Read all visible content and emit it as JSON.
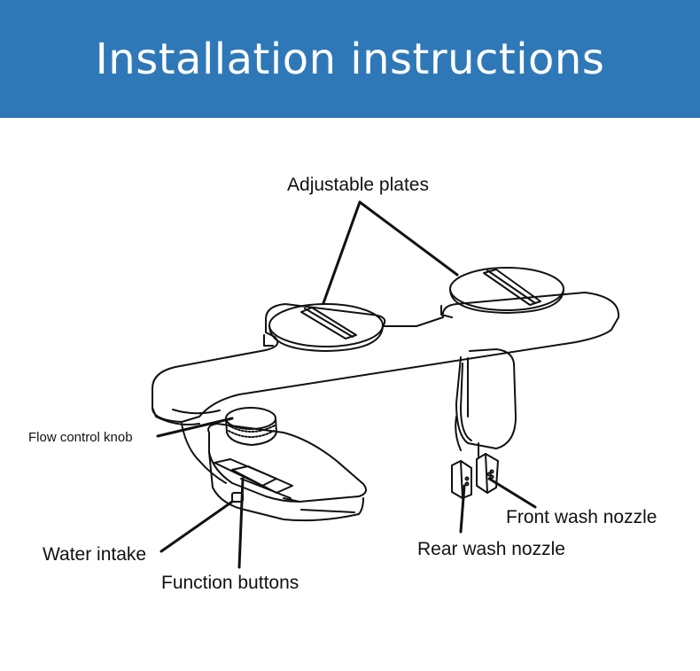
{
  "colors": {
    "header_bg": "#2f78b8",
    "title_text": "#ffffff",
    "line": "#111111"
  },
  "header": {
    "title": "Installation instructions"
  },
  "labels": {
    "adjustable_plates": "Adjustable plates",
    "flow_control_knob": "Flow control knob",
    "front_wash_nozzle": "Front wash nozzle",
    "rear_wash_nozzle": "Rear wash nozzle",
    "water_intake": "Water intake",
    "function_buttons": "Function buttons"
  }
}
